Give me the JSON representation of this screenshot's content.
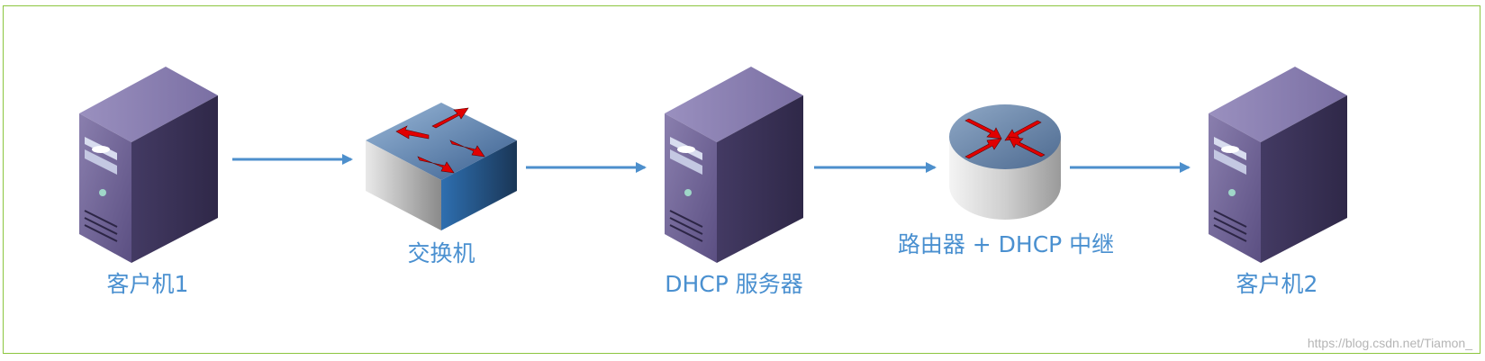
{
  "nodes": {
    "client1": {
      "label": "客户机1",
      "icon": "server-tower-icon"
    },
    "switch": {
      "label": "交换机",
      "icon": "switch-icon"
    },
    "dhcp_server": {
      "label": "DHCP 服务器",
      "icon": "server-tower-icon"
    },
    "router": {
      "label": "路由器 + DHCP 中继",
      "icon": "router-icon"
    },
    "client2": {
      "label": "客户机2",
      "icon": "server-tower-icon"
    }
  },
  "watermark": "https://blog.csdn.net/Tiamon_",
  "colors": {
    "label": "#4a90d0",
    "arrow": "#4d8fcc",
    "frame": "#8cc63f",
    "device_arrow": "#e00000"
  }
}
